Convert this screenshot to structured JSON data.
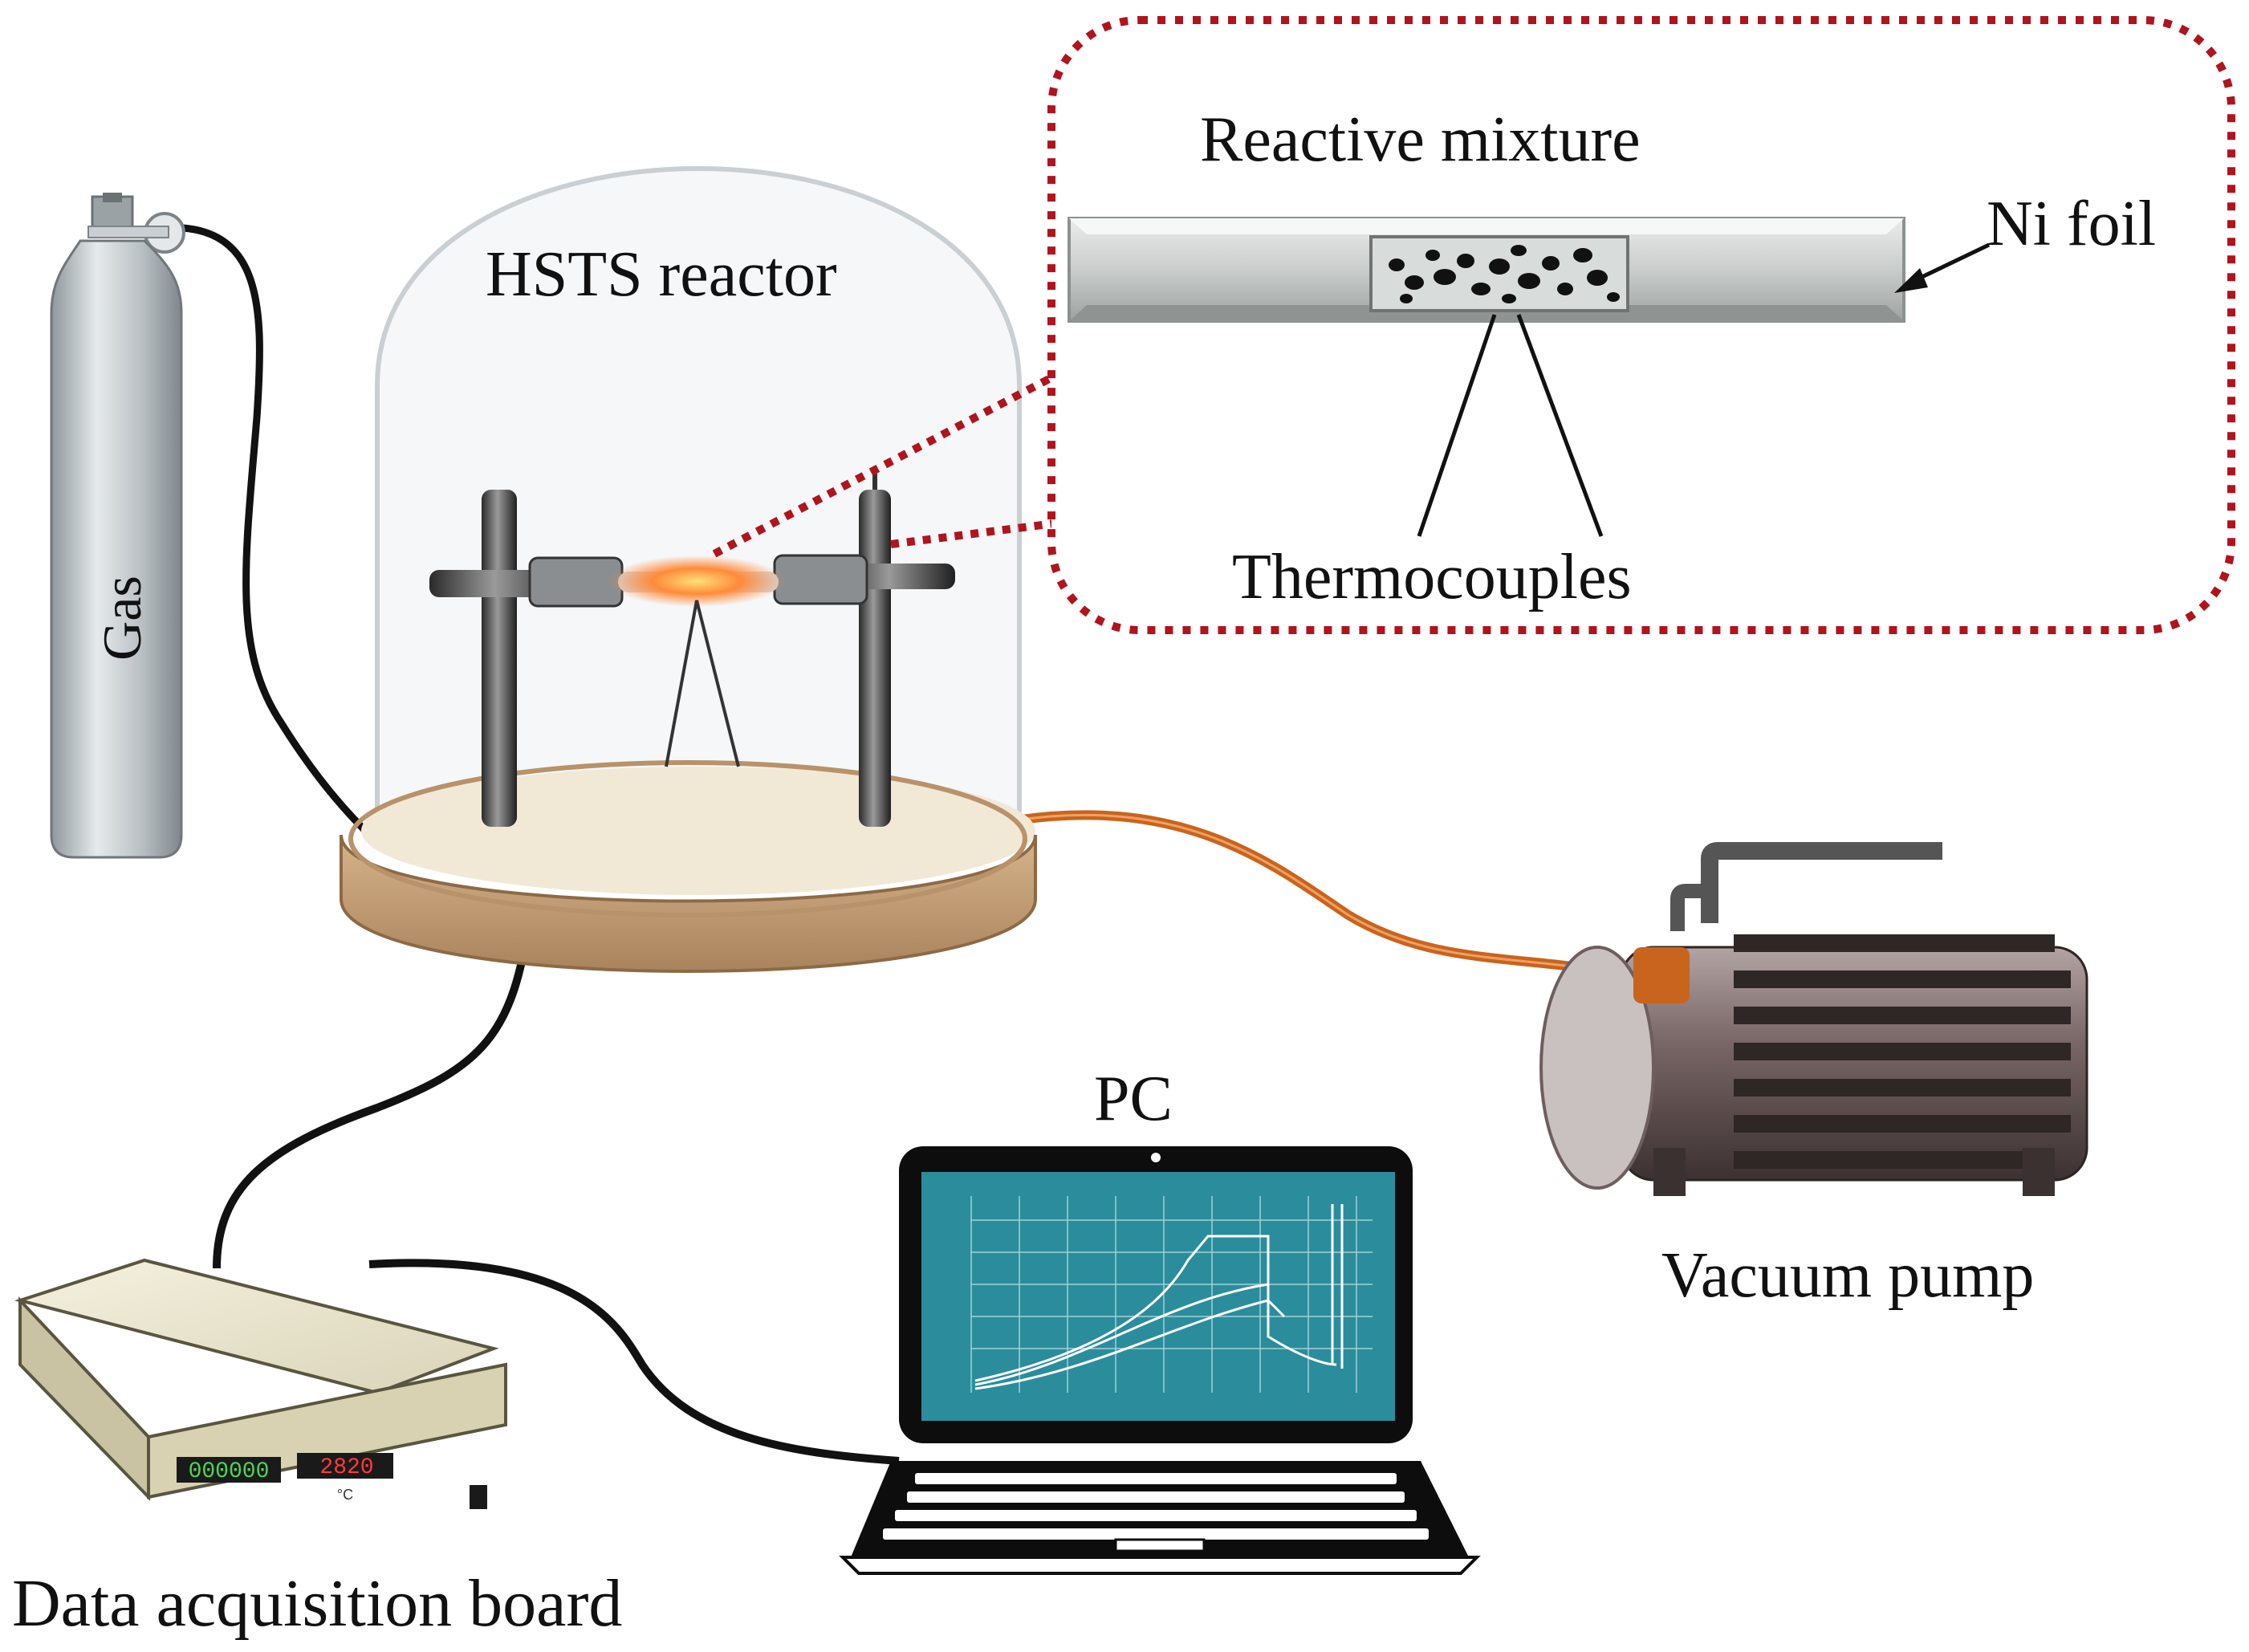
{
  "labels": {
    "reactor": "HSTS reactor",
    "gas": "Gas",
    "reactive_mixture": "Reactive mixture",
    "ni_foil": "Ni foil",
    "thermocouples": "Thermocouples",
    "pc": "PC",
    "vacuum_pump": "Vacuum pump",
    "daq": "Data acquisition board"
  },
  "daq_display": {
    "left_readout": "000000",
    "right_readout": "2820",
    "unit": "°C"
  },
  "colors": {
    "inset_border": "#b0141e",
    "vacuum_line": "#c8641e",
    "cable": "#111111",
    "screen": "#2b8d9c",
    "hot_zone": "#ff9a3c",
    "wood_base": "#c9a27a"
  },
  "icons": [
    "gas-cylinder-icon",
    "bell-jar-icon",
    "laptop-icon",
    "vacuum-pump-icon",
    "data-board-icon"
  ]
}
